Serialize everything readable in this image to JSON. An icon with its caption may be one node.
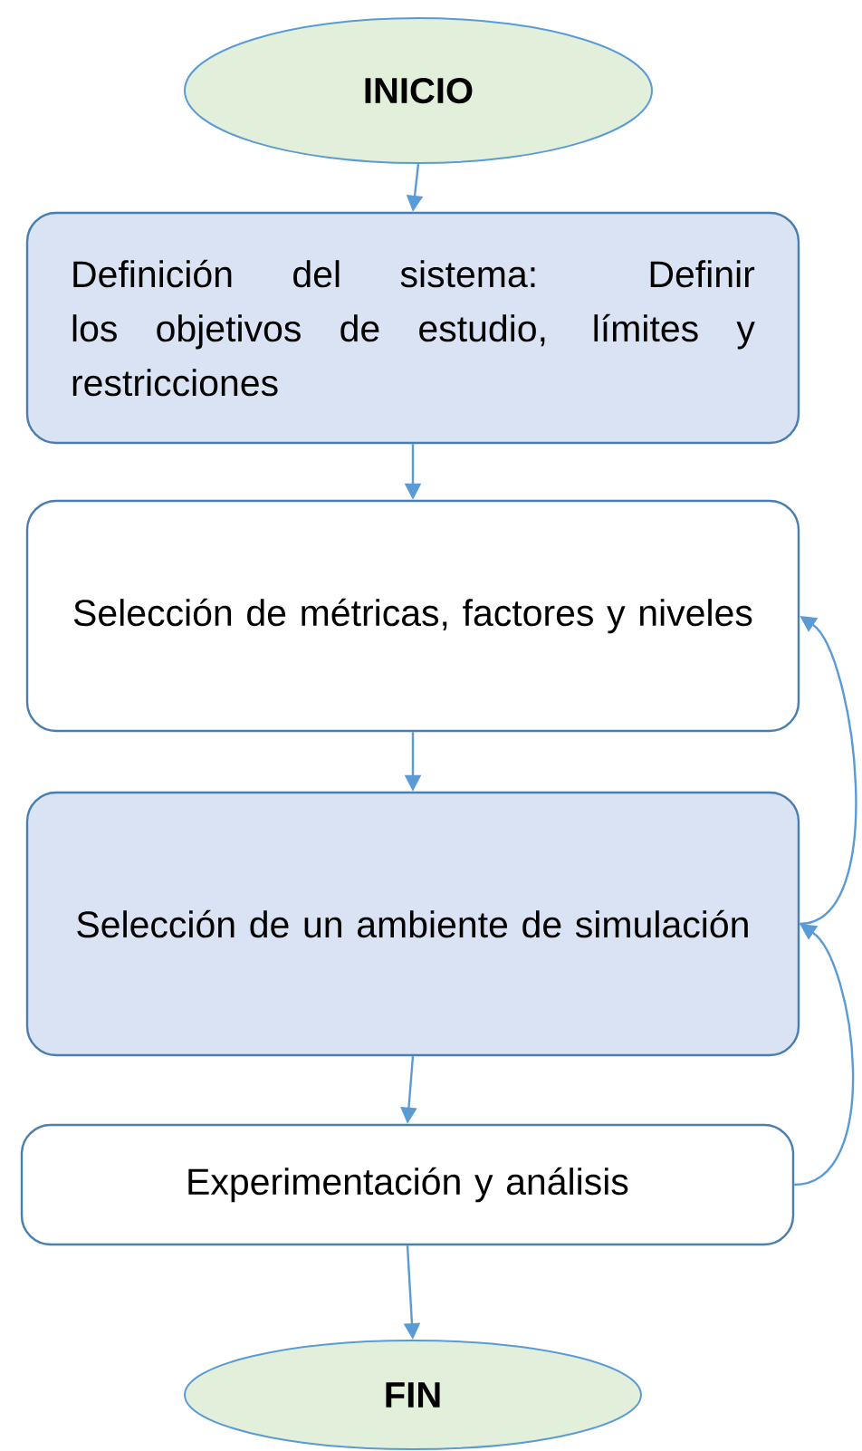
{
  "diagram": {
    "nodes": [
      {
        "text": [
          "INICIO"
        ]
      },
      {
        "text": [
          "Definición del sistema: Definir los objetivos de estudio, límites y restricciones"
        ]
      },
      {
        "text": [
          "Selección de métricas, factores y niveles"
        ]
      },
      {
        "text": [
          "Selección de un ambiente de simulación"
        ]
      },
      {
        "text": [
          "Experimentación y análisis"
        ]
      },
      {
        "text": [
          "FIN"
        ]
      }
    ],
    "edges": [
      {
        "from": 0,
        "to": 1,
        "arrow": "to"
      },
      {
        "from": 1,
        "to": 2,
        "arrow": "to"
      },
      {
        "from": 2,
        "to": 3,
        "arrow": "to"
      },
      {
        "from": 3,
        "to": 4,
        "arrow": "to"
      },
      {
        "from": 4,
        "to": 5,
        "arrow": "to"
      },
      {
        "from": 3,
        "to": 2,
        "arrow": "to"
      },
      {
        "from": 4,
        "to": 3,
        "arrow": "to"
      }
    ]
  }
}
